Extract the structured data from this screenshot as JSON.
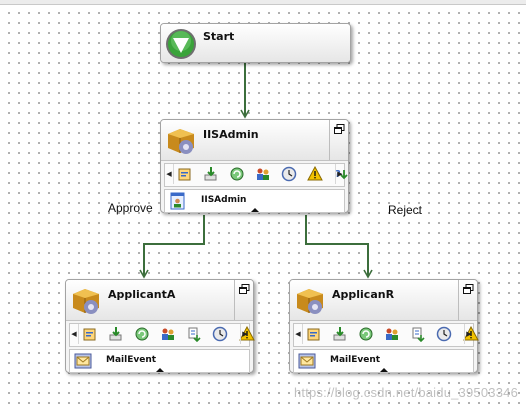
{
  "workflow": {
    "start": {
      "title": "Start",
      "icon": "start-play-icon"
    },
    "iisadmin": {
      "title": "IISAdmin",
      "handler_label": "IISAdmin",
      "handler_icon": "user-form-icon"
    },
    "applicant_a": {
      "title": "ApplicantA",
      "handler_label": "MailEvent",
      "handler_icon": "mail-envelope-icon"
    },
    "applicant_r": {
      "title": "ApplicanR",
      "handler_label": "MailEvent",
      "handler_icon": "mail-envelope-icon"
    }
  },
  "edges": {
    "approve_label": "Approve",
    "reject_label": "Reject"
  },
  "toolbar_icons_wide": [
    "form-icon",
    "download-arrow-icon",
    "refresh-gear-icon",
    "users-icon",
    "checklist-icon",
    "clock-icon",
    "warning-icon",
    "help-arrow-icon"
  ],
  "toolbar_icons_narrow": [
    "form-icon",
    "download-arrow-icon",
    "refresh-gear-icon",
    "users-icon",
    "checklist-icon",
    "clock-icon",
    "warning-icon"
  ],
  "watermark": "https://blog.csdn.net/baidu_39503346",
  "colors": {
    "connector": "#3c6e3c",
    "start_green": "#3aa33a",
    "warning": "#f2c200"
  }
}
